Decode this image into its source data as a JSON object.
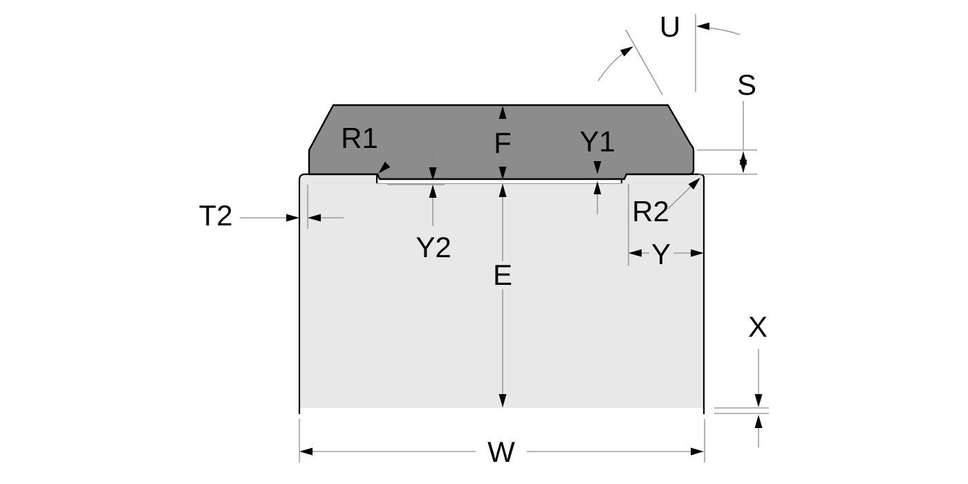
{
  "diagram": {
    "kind": "engineering-cross-section",
    "labels": {
      "U": "U",
      "S": "S",
      "F": "F",
      "Y1": "Y1",
      "R1": "R1",
      "T2": "T2",
      "Y2": "Y2",
      "E": "E",
      "R2": "R2",
      "Y": "Y",
      "X": "X",
      "W": "W"
    },
    "colors": {
      "background": "#ffffff",
      "head_fill": "#8c8c8c",
      "body_fill": "#e8e8e8",
      "outline": "#000000",
      "dimension_lines": "#8a8a8a",
      "arrowheads": "#000000",
      "label_text": "#000000"
    }
  }
}
